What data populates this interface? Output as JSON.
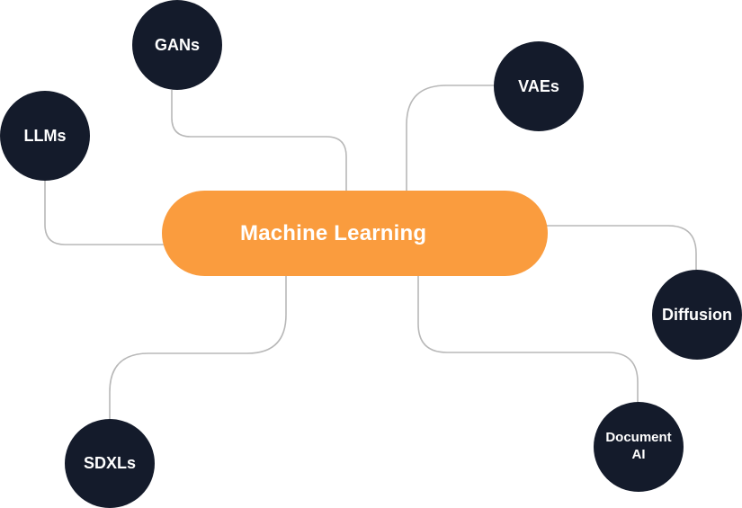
{
  "diagram": {
    "center": {
      "label": "Machine Learning",
      "color": "#fa9c3e"
    },
    "node_color": "#141b2b",
    "connector_color": "#b8b8b8",
    "nodes": [
      {
        "id": "gans",
        "label": "GANs"
      },
      {
        "id": "llms",
        "label": "LLMs"
      },
      {
        "id": "vaes",
        "label": "VAEs"
      },
      {
        "id": "diffusion",
        "label": "Diffusion"
      },
      {
        "id": "sdxls",
        "label": "SDXLs"
      },
      {
        "id": "document-ai",
        "label": "Document AI"
      }
    ]
  }
}
